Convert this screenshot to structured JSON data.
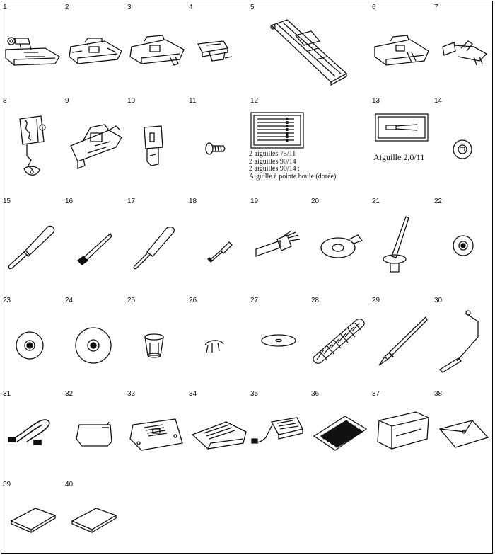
{
  "item_numbers": [
    "1",
    "2",
    "3",
    "4",
    "5",
    "6",
    "7",
    "8",
    "9",
    "10",
    "11",
    "12",
    "13",
    "14",
    "15",
    "16",
    "17",
    "18",
    "19",
    "20",
    "21",
    "22",
    "23",
    "24",
    "25",
    "26",
    "27",
    "28",
    "29",
    "30",
    "31",
    "32",
    "33",
    "34",
    "35",
    "36",
    "37",
    "38",
    "39",
    "40"
  ],
  "captions": {
    "item12": [
      "2 aiguilles 75/11",
      "2 aiguilles 90/14",
      "2 aiguilles 90/14 :",
      "Aiguille à pointe boule (dorée)"
    ],
    "item13": "Aiguille 2,0/11"
  },
  "icons": [
    "zigzag-foot-icon",
    "monogramming-foot-icon",
    "overcasting-foot-icon",
    "zipper-foot-icon",
    "buttonhole-foot-icon",
    "blind-stitch-foot-icon",
    "button-sewing-foot-icon",
    "darning-foot-icon",
    "walking-foot-icon",
    "walking-foot-adapter-icon",
    "screw-icon",
    "needle-set-icon",
    "twin-needle-icon",
    "bobbin-icon",
    "seam-ripper-icon",
    "cleaning-brush-icon",
    "eyelet-punch-icon",
    "screwdriver-icon",
    "disc-screwdriver-icon",
    "spool-felt-icon",
    "spool-pin-icon",
    "bobbin-small-icon",
    "spool-cap-small-icon",
    "spool-cap-large-icon",
    "spool-insert-icon",
    "bobbin-cover-icon",
    "felt-washer-icon",
    "spool-net-icon",
    "touch-pen-icon",
    "knee-lifter-icon",
    "usb-cable-icon",
    "bobbin-cover-plate-icon",
    "needle-plate-icon",
    "flatbed-attachment-icon",
    "foot-controller-icon",
    "template-sheet-icon",
    "dust-cover-icon",
    "accessory-bag-icon",
    "manual-book-icon",
    "quick-reference-book-icon"
  ]
}
